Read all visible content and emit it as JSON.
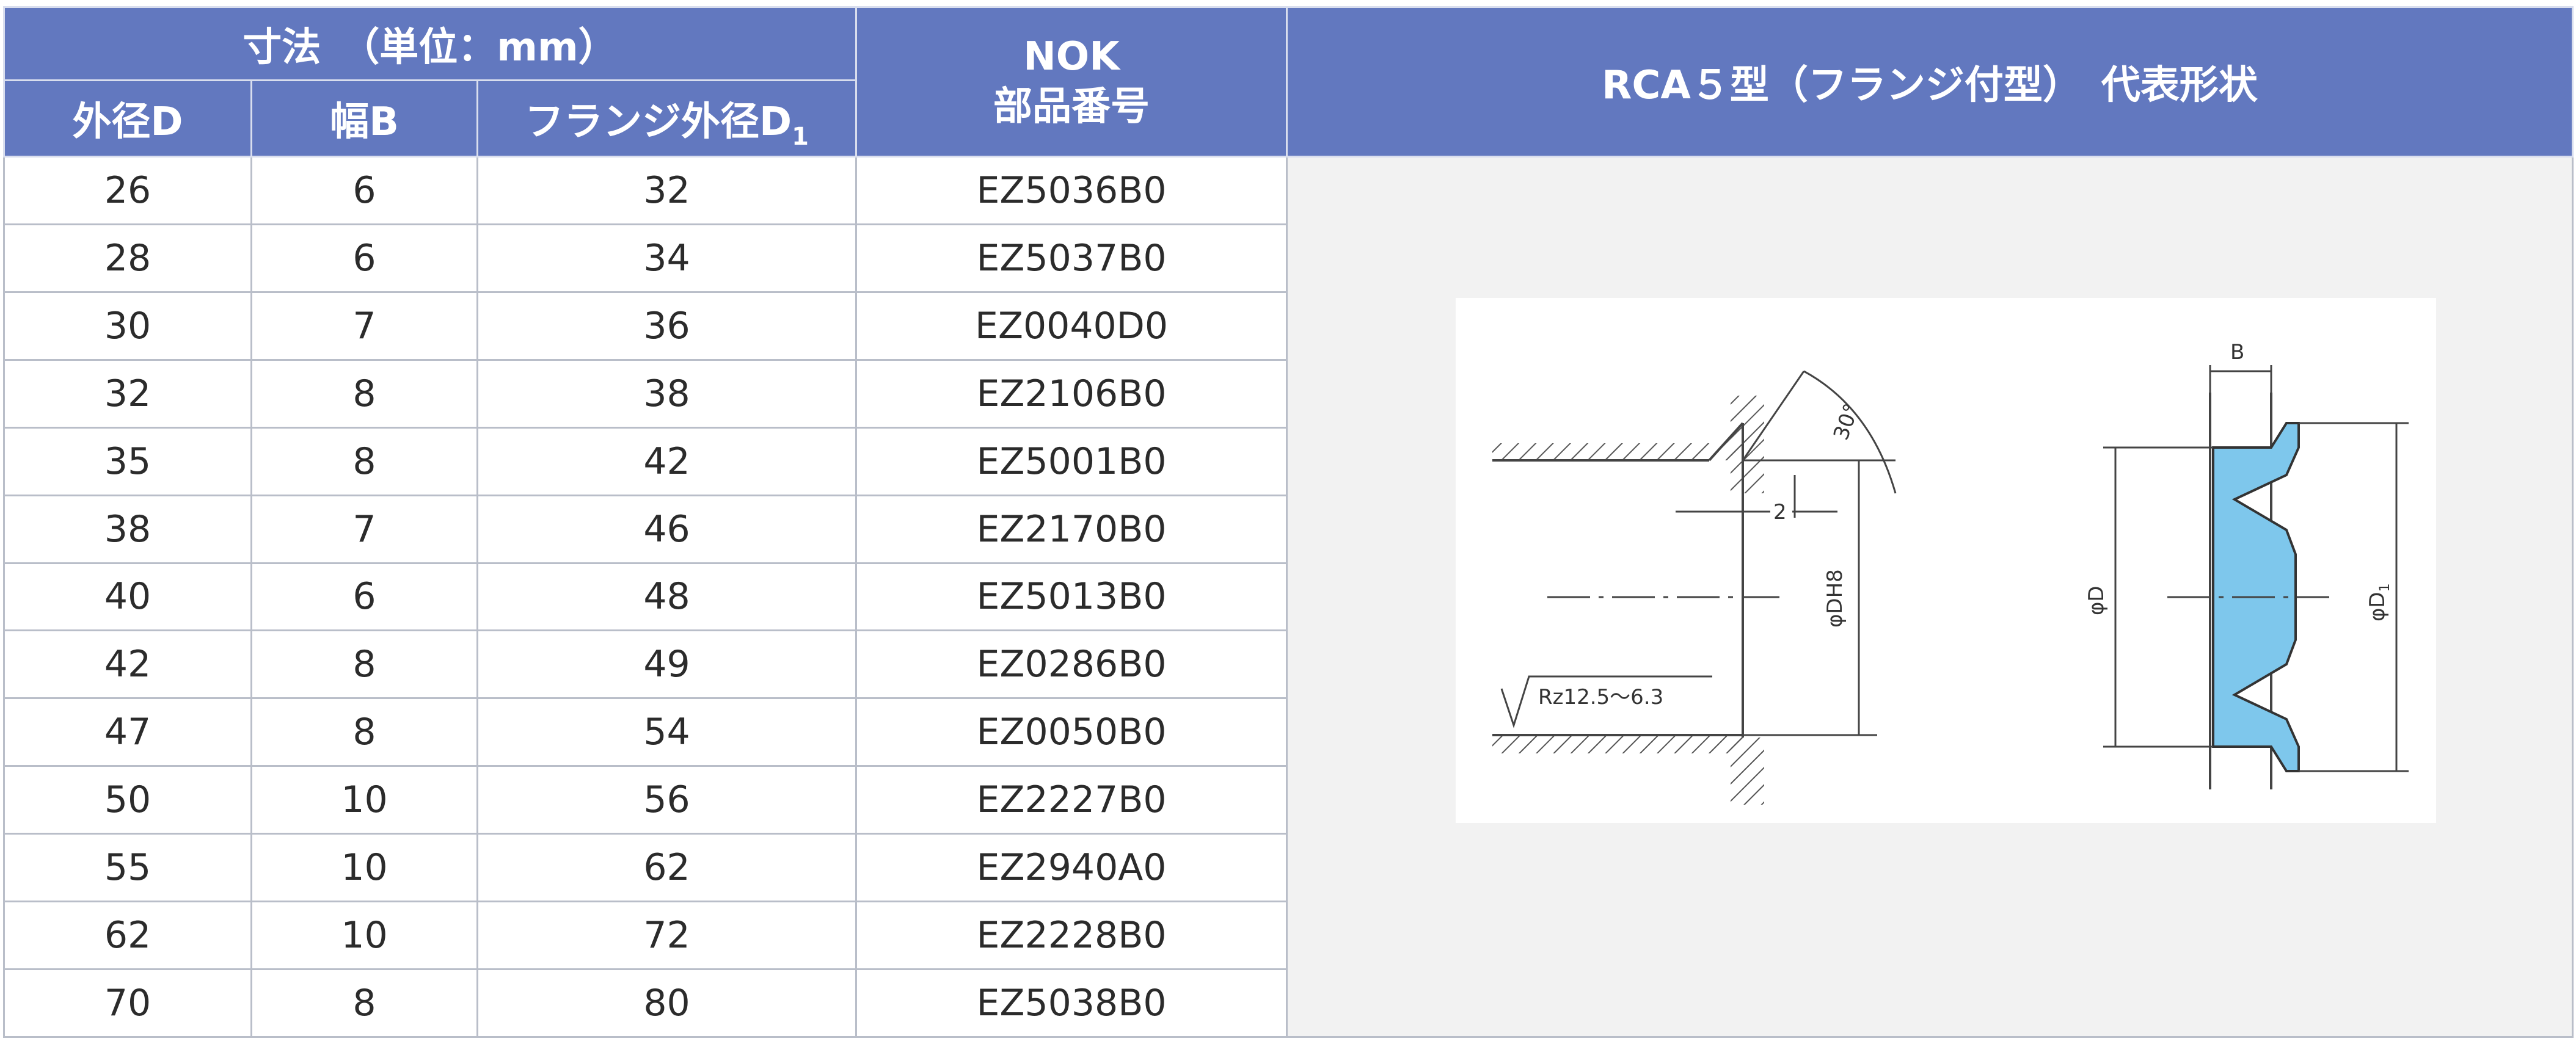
{
  "header": {
    "dimensions_group": "寸法　（単位：mm）",
    "col_outer_d": "外径D",
    "col_width_b": "幅B",
    "col_flange_label": "フランジ外径D",
    "col_flange_sub": "1",
    "nok_line1": "NOK",
    "nok_line2": "部品番号",
    "shape_title": "RCA５型（フランジ付型）　代表形状"
  },
  "rows": [
    {
      "d": "26",
      "b": "6",
      "d1": "32",
      "part": "EZ5036B0"
    },
    {
      "d": "28",
      "b": "6",
      "d1": "34",
      "part": "EZ5037B0"
    },
    {
      "d": "30",
      "b": "7",
      "d1": "36",
      "part": "EZ0040D0"
    },
    {
      "d": "32",
      "b": "8",
      "d1": "38",
      "part": "EZ2106B0"
    },
    {
      "d": "35",
      "b": "8",
      "d1": "42",
      "part": "EZ5001B0"
    },
    {
      "d": "38",
      "b": "7",
      "d1": "46",
      "part": "EZ2170B0"
    },
    {
      "d": "40",
      "b": "6",
      "d1": "48",
      "part": "EZ5013B0"
    },
    {
      "d": "42",
      "b": "8",
      "d1": "49",
      "part": "EZ0286B0"
    },
    {
      "d": "47",
      "b": "8",
      "d1": "54",
      "part": "EZ0050B0"
    },
    {
      "d": "50",
      "b": "10",
      "d1": "56",
      "part": "EZ2227B0"
    },
    {
      "d": "55",
      "b": "10",
      "d1": "62",
      "part": "EZ2940A0"
    },
    {
      "d": "62",
      "b": "10",
      "d1": "72",
      "part": "EZ2228B0"
    },
    {
      "d": "70",
      "b": "8",
      "d1": "80",
      "part": "EZ5038B0"
    }
  ],
  "drawing": {
    "angle_label": "30°",
    "chamfer_label": "2",
    "bore_label": "φDH8",
    "roughness_label": "Rz12.5～6.3",
    "width_label": "B",
    "outer_label": "φD",
    "flange_label": "φD",
    "flange_sub": "1"
  },
  "colors": {
    "header_bg": "#6278bf",
    "seal_fill": "#7ec7ec",
    "border": "#b9bec9"
  }
}
